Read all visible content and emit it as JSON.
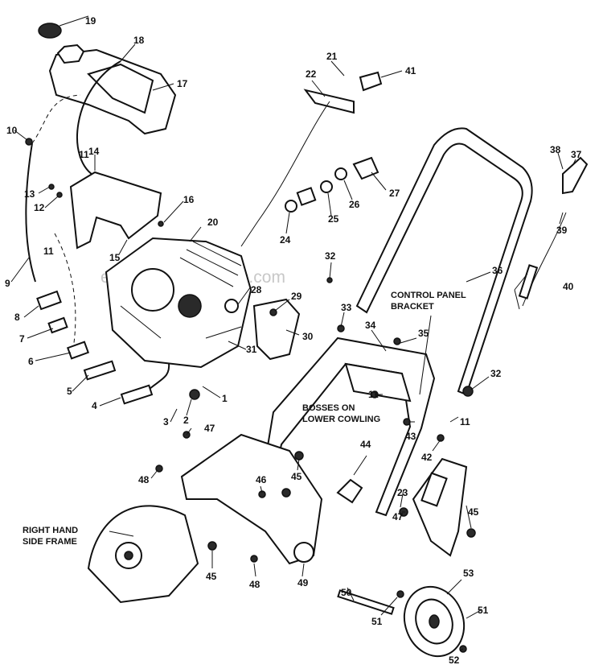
{
  "watermark": "eReplacementParts.com",
  "notes": {
    "control_panel_1": "CONTROL PANEL",
    "control_panel_2": "BRACKET",
    "bosses_1": "BOSSES ON",
    "bosses_2": "LOWER COWLING",
    "side_frame_1": "RIGHT HAND",
    "side_frame_2": "SIDE FRAME"
  },
  "callouts": [
    "1",
    "2",
    "3",
    "4",
    "5",
    "6",
    "7",
    "8",
    "9",
    "10",
    "11",
    "12",
    "13",
    "14",
    "15",
    "16",
    "17",
    "18",
    "19",
    "20",
    "21",
    "22",
    "23",
    "24",
    "25",
    "26",
    "27",
    "28",
    "29",
    "30",
    "31",
    "32",
    "33",
    "34",
    "35",
    "36",
    "37",
    "38",
    "39",
    "40",
    "41",
    "42",
    "43",
    "44",
    "45",
    "46",
    "47",
    "48",
    "49",
    "50",
    "51",
    "52",
    "53",
    "11",
    "11",
    "11",
    "32",
    "45",
    "45",
    "47",
    "48",
    "51"
  ]
}
